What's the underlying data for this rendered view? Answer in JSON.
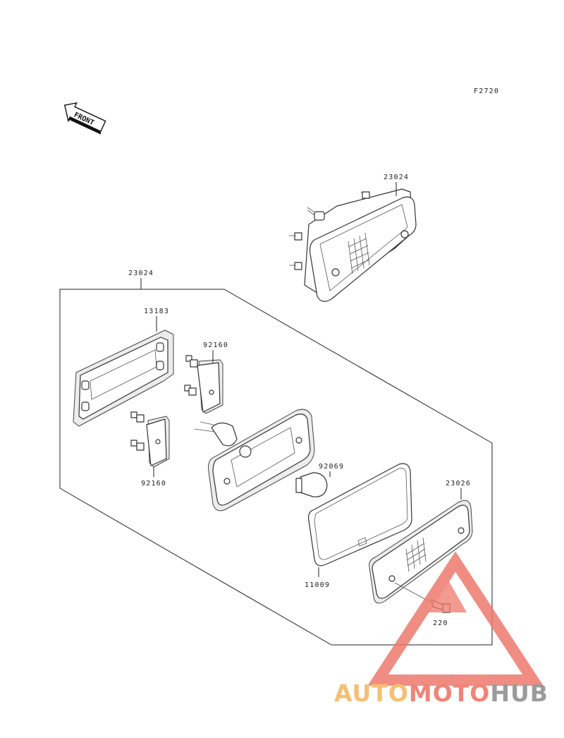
{
  "figure_code": "F2720",
  "front_label": "FRONT",
  "parts": {
    "lamp_assembly_top": "23024",
    "lamp_assembly_group": "23024",
    "gasket_plate": "13183",
    "socket_upper": "92160",
    "socket_lower": "92160",
    "bulb": "92069",
    "lens": "23026",
    "lens_gasket": "11009",
    "screw": "220"
  },
  "watermark": {
    "part1": "AUTO",
    "part2": "MOTO",
    "part3": "HUB",
    "colors": {
      "auto": "#f5b45a",
      "moto": "#ee6f60",
      "hub": "#8a8a8a",
      "triangle": "#ee7a6e"
    }
  }
}
